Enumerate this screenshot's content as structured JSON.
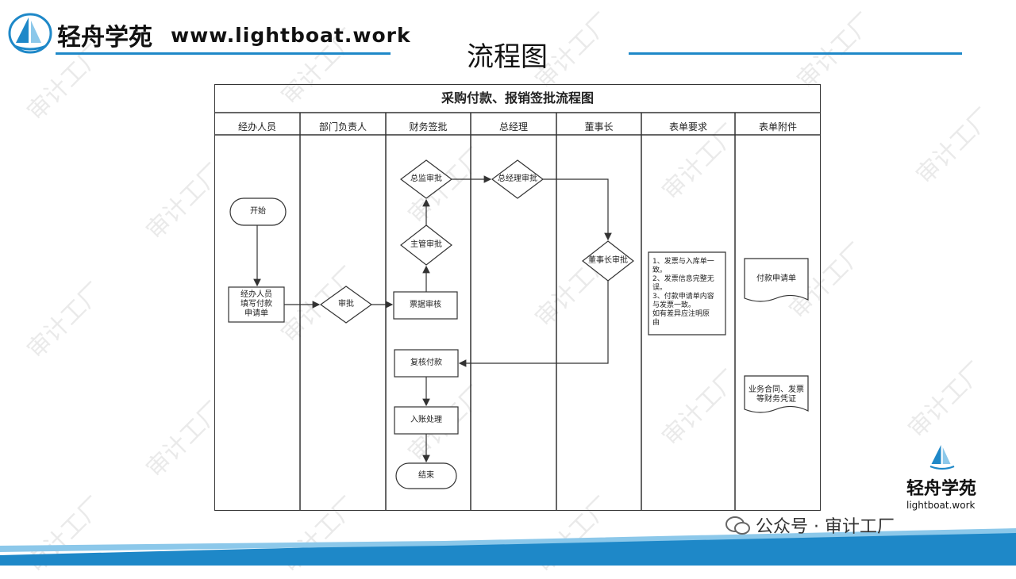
{
  "header": {
    "brand_name": "轻舟学苑",
    "brand_url": "www.lightboat.work",
    "title": "流程图"
  },
  "flowchart": {
    "title": "采购付款、报销签批流程图",
    "lanes": [
      "经办人员",
      "部门负责人",
      "财务签批",
      "总经理",
      "董事长",
      "表单要求",
      "表单附件"
    ],
    "nodes": {
      "start": "开始",
      "apply": [
        "经办人员",
        "填写付款",
        "申请单"
      ],
      "dept_review": "审批",
      "initial_review": "票据审核",
      "supervisor": "主管审批",
      "finance_director": "总监审批",
      "gm": "总经理审批",
      "chairman": "董事长审批",
      "recheck_pay": "复核付款",
      "bookkeeping": "入账处理",
      "end": "结束"
    },
    "form_requirements": [
      "1、发票与入库单一",
      "致。",
      "2、发票信息完整无",
      "误。",
      "3、付款申请单内容",
      "与发票一致。",
      "如有差异应注明原",
      "由"
    ],
    "attachments": {
      "doc1": "付款申请单",
      "doc2": [
        "业务合同、发票",
        "等财务凭证"
      ]
    }
  },
  "watermark": "审计工厂",
  "footer": {
    "brand_name": "轻舟学苑",
    "brand_url": "lightboat.work",
    "wechat": "公众号 · 审计工厂"
  },
  "colors": {
    "accent": "#1e88c8",
    "line": "#333333"
  }
}
